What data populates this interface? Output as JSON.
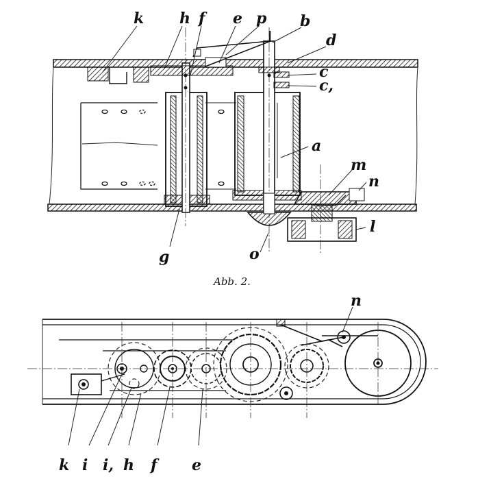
{
  "figure": {
    "caption": "Abb. 2.",
    "top_labels": {
      "k": "k",
      "h": "h",
      "f": "f",
      "e": "e",
      "p": "p",
      "b": "b",
      "d": "d",
      "c": "c",
      "c1": "c,",
      "a": "a",
      "m": "m",
      "n": "n",
      "l": "l",
      "g": "g",
      "o": "o"
    },
    "bottom_labels": {
      "n": "n",
      "k": "k",
      "i": "i",
      "i1": "i,",
      "h": "h",
      "f": "f",
      "e": "e"
    }
  }
}
